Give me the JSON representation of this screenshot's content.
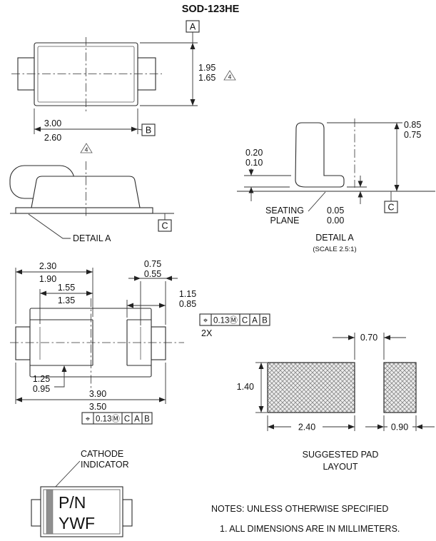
{
  "title": "SOD-123HE",
  "flags": {
    "note4": "4"
  },
  "datum": {
    "a": "A",
    "b": "B",
    "c_side": "C",
    "c_detail": "C"
  },
  "top_view": {
    "body_width_max": "1.95",
    "body_width_min": "1.65",
    "body_length_max": "3.00",
    "body_length_min": "2.60"
  },
  "side_view": {
    "detail_callout": "DETAIL A"
  },
  "detail_a": {
    "lead_thk_max": "0.20",
    "lead_thk_min": "0.10",
    "lead_ht_max": "0.85",
    "lead_ht_min": "0.75",
    "seating1": "SEATING",
    "seating2": "PLANE",
    "standoff_max": "0.05",
    "standoff_min": "0.00",
    "title": "DETAIL A",
    "scale": "(SCALE 2.5:1)"
  },
  "bottom_view": {
    "d1_max": "2.30",
    "d1_min": "1.90",
    "d2_max": "1.55",
    "d2_min": "1.35",
    "d3_max": "0.75",
    "d3_min": "0.55",
    "d4_max": "1.15",
    "d4_min": "0.85",
    "d5_max": "1.25",
    "d5_min": "0.95",
    "d6_max": "3.90",
    "d6_min": "3.50",
    "qty": "2X",
    "fcf_top": {
      "sym": "⌖",
      "tol": "0.13Ⓜ",
      "d1": "C",
      "d2": "A",
      "d3": "B"
    },
    "fcf_bottom": {
      "sym": "⌖",
      "tol": "0.13Ⓜ",
      "d1": "C",
      "d2": "A",
      "d3": "B"
    }
  },
  "pad_layout": {
    "gap": "0.70",
    "height": "1.40",
    "pad1_w": "2.40",
    "pad2_w": "0.90",
    "caption1": "SUGGESTED PAD",
    "caption2": "LAYOUT"
  },
  "marking": {
    "callout1": "CATHODE",
    "callout2": "INDICATOR",
    "line1": "P/N",
    "line2": "YWF"
  },
  "notes": {
    "header": "NOTES: UNLESS OTHERWISE SPECIFIED",
    "item1": "1.  ALL DIMENSIONS ARE IN MILLIMETERS."
  }
}
